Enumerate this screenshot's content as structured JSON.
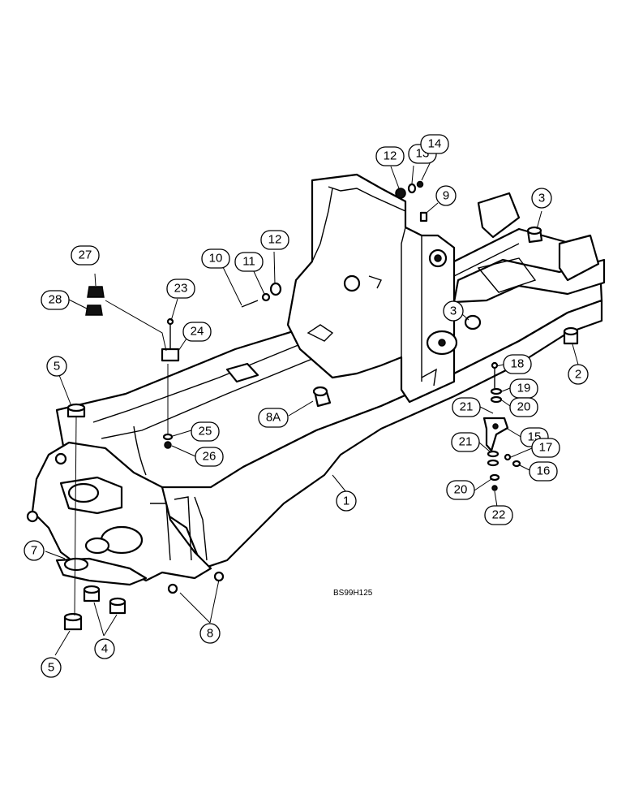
{
  "drawing_code": "BS99H125",
  "callouts": [
    {
      "id": "c1",
      "label": "1"
    },
    {
      "id": "c2",
      "label": "2"
    },
    {
      "id": "c3a",
      "label": "3"
    },
    {
      "id": "c3b",
      "label": "3"
    },
    {
      "id": "c4",
      "label": "4"
    },
    {
      "id": "c5a",
      "label": "5"
    },
    {
      "id": "c5b",
      "label": "5"
    },
    {
      "id": "c7",
      "label": "7"
    },
    {
      "id": "c8",
      "label": "8"
    },
    {
      "id": "c8a",
      "label": "8A"
    },
    {
      "id": "c9",
      "label": "9"
    },
    {
      "id": "c10",
      "label": "10"
    },
    {
      "id": "c11",
      "label": "11"
    },
    {
      "id": "c12a",
      "label": "12"
    },
    {
      "id": "c12b",
      "label": "12"
    },
    {
      "id": "c13",
      "label": "13"
    },
    {
      "id": "c14",
      "label": "14"
    },
    {
      "id": "c15",
      "label": "15"
    },
    {
      "id": "c16",
      "label": "16"
    },
    {
      "id": "c17",
      "label": "17"
    },
    {
      "id": "c18",
      "label": "18"
    },
    {
      "id": "c19",
      "label": "19"
    },
    {
      "id": "c20a",
      "label": "20"
    },
    {
      "id": "c20b",
      "label": "20"
    },
    {
      "id": "c21a",
      "label": "21"
    },
    {
      "id": "c21b",
      "label": "21"
    },
    {
      "id": "c22",
      "label": "22"
    },
    {
      "id": "c23",
      "label": "23"
    },
    {
      "id": "c24",
      "label": "24"
    },
    {
      "id": "c25",
      "label": "25"
    },
    {
      "id": "c26",
      "label": "26"
    },
    {
      "id": "c27",
      "label": "27"
    },
    {
      "id": "c28",
      "label": "28"
    }
  ]
}
